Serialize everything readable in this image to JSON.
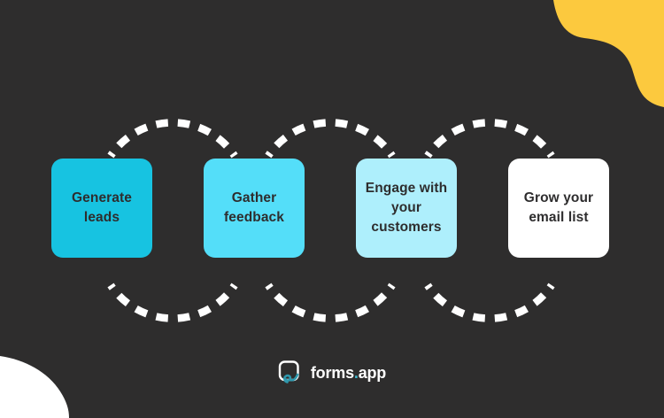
{
  "colors": {
    "background": "#2e2d2d",
    "yellow_blob": "#fcc93e",
    "white_blob": "#ffffff",
    "dash": "#ffffff"
  },
  "steps": [
    {
      "label": "Generate leads",
      "lines": [
        "Generate",
        "leads"
      ],
      "color": "#17c3e1",
      "text_color": "#2e2d2e"
    },
    {
      "label": "Gather feedback",
      "lines": [
        "Gather",
        "feedback"
      ],
      "color": "#54def9",
      "text_color": "#2e2d2e"
    },
    {
      "label": "Engage with your customers",
      "lines": [
        "Engage with",
        "your",
        "customers"
      ],
      "color": "#aeeffc",
      "text_color": "#2e2d2e"
    },
    {
      "label": "Grow your email list",
      "lines": [
        "Grow your",
        "email list"
      ],
      "color": "#ffffff",
      "text_color": "#2e2d2e"
    }
  ],
  "footer": {
    "brand_name": "forms",
    "brand_dot": ".",
    "brand_suffix": "app",
    "brand_text_color": "#ffffff",
    "brand_dot_color": "#41bdd2",
    "logo_square_color": "#ffffff",
    "logo_check_color": "#2f98ad"
  }
}
